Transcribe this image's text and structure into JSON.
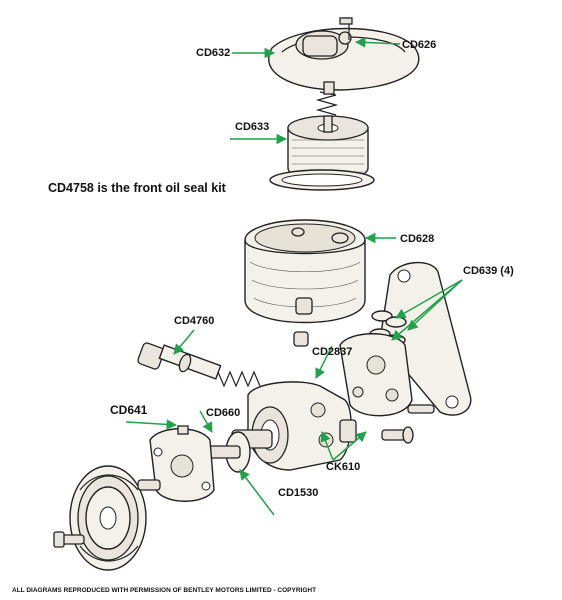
{
  "labels": {
    "cd626": "CD626",
    "cd632": "CD632",
    "cd633": "CD633",
    "cd628": "CD628",
    "cd639": "CD639 (4)",
    "cd4760": "CD4760",
    "cd2837": "CD2837",
    "cd641": "CD641",
    "cd660": "CD660",
    "ck610": "CK610",
    "cd1530": "CD1530"
  },
  "note": "CD4758 is the front oil seal kit",
  "footer": "ALL DIAGRAMS REPRODUCED WITH PERMISSION OF BENTLEY MOTORS LIMITED - COPYRIGHT",
  "colors": {
    "arrow": "#1fa24a",
    "ink": "#222222"
  }
}
